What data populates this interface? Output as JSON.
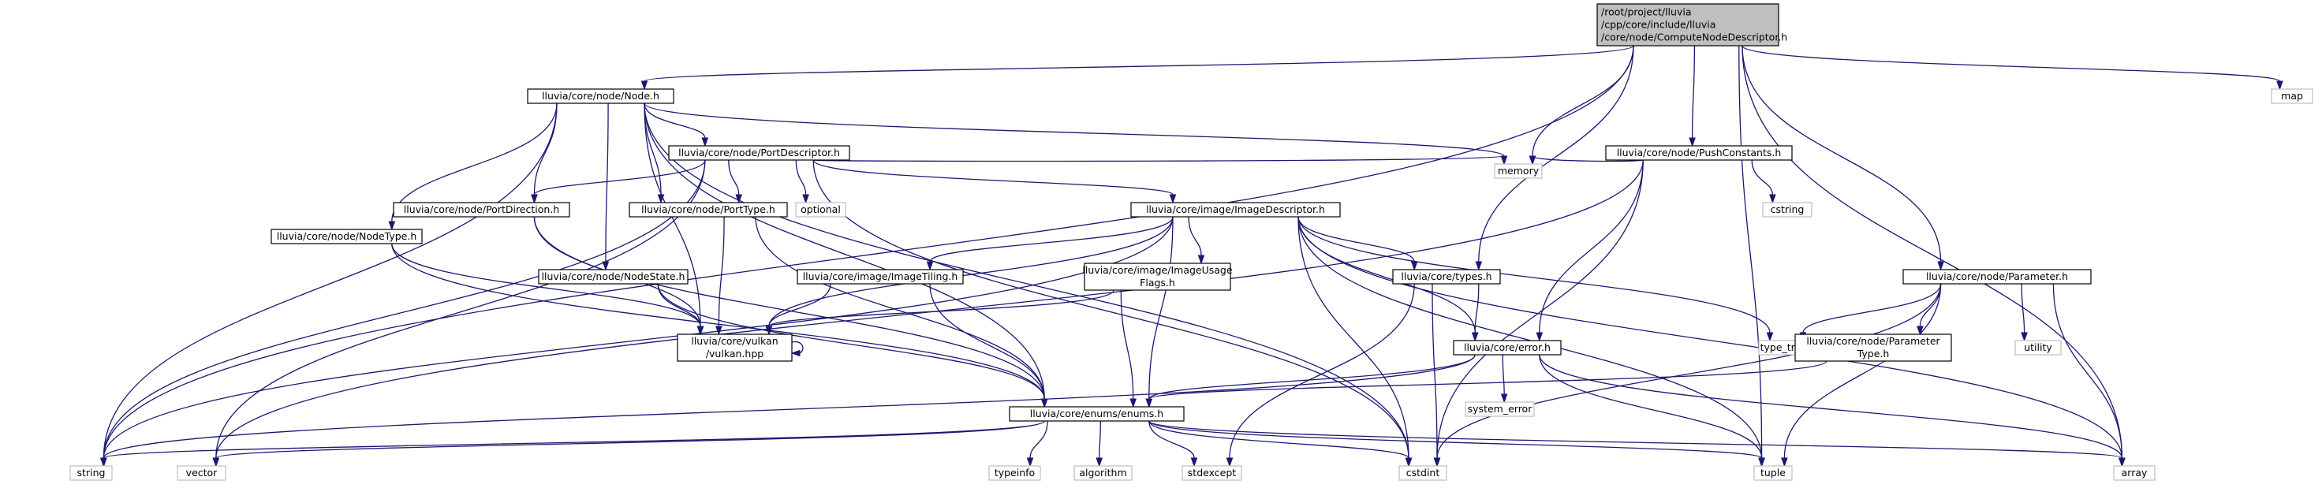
{
  "nodes": [
    {
      "id": "main",
      "kind": "main",
      "lines": [
        "/root/project/lluvia",
        "/cpp/core/include/lluvia",
        "/core/node/ComputeNodeDescriptor.h"
      ]
    },
    {
      "id": "node_h",
      "kind": "internal",
      "lines": [
        "lluvia/core/node/Node.h"
      ]
    },
    {
      "id": "string",
      "kind": "external",
      "lines": [
        "string"
      ]
    },
    {
      "id": "memory",
      "kind": "external",
      "lines": [
        "memory"
      ]
    },
    {
      "id": "pushconstants",
      "kind": "internal",
      "lines": [
        "lluvia/core/node/PushConstants.h"
      ]
    },
    {
      "id": "map",
      "kind": "external",
      "lines": [
        "map"
      ]
    },
    {
      "id": "portdescriptor",
      "kind": "internal",
      "lines": [
        "lluvia/core/node/PortDescriptor.h"
      ]
    },
    {
      "id": "optional",
      "kind": "external",
      "lines": [
        "optional"
      ]
    },
    {
      "id": "cstring",
      "kind": "external",
      "lines": [
        "cstring"
      ]
    },
    {
      "id": "portdirection",
      "kind": "internal",
      "lines": [
        "lluvia/core/node/PortDirection.h"
      ]
    },
    {
      "id": "porttype",
      "kind": "internal",
      "lines": [
        "lluvia/core/node/PortType.h"
      ]
    },
    {
      "id": "imagedescriptor",
      "kind": "internal",
      "lines": [
        "lluvia/core/image/ImageDescriptor.h"
      ]
    },
    {
      "id": "nodetype",
      "kind": "internal",
      "lines": [
        "lluvia/core/node/NodeType.h"
      ]
    },
    {
      "id": "nodestate",
      "kind": "internal",
      "lines": [
        "lluvia/core/node/NodeState.h"
      ]
    },
    {
      "id": "imagetiling",
      "kind": "internal",
      "lines": [
        "lluvia/core/image/ImageTiling.h"
      ]
    },
    {
      "id": "imageusageflags",
      "kind": "internal",
      "lines": [
        "lluvia/core/image/ImageUsage",
        "Flags.h"
      ]
    },
    {
      "id": "types",
      "kind": "internal",
      "lines": [
        "lluvia/core/types.h"
      ]
    },
    {
      "id": "parameter",
      "kind": "internal",
      "lines": [
        "lluvia/core/node/Parameter.h"
      ]
    },
    {
      "id": "vulkan",
      "kind": "internal",
      "lines": [
        "lluvia/core/vulkan",
        "/vulkan.hpp"
      ]
    },
    {
      "id": "error",
      "kind": "internal",
      "lines": [
        "lluvia/core/error.h"
      ]
    },
    {
      "id": "type_traits",
      "kind": "external",
      "lines": [
        "type_traits"
      ]
    },
    {
      "id": "parametertype",
      "kind": "internal",
      "lines": [
        "lluvia/core/node/Parameter",
        "Type.h"
      ]
    },
    {
      "id": "utility",
      "kind": "external",
      "lines": [
        "utility"
      ]
    },
    {
      "id": "system_error",
      "kind": "external",
      "lines": [
        "system_error"
      ]
    },
    {
      "id": "enums",
      "kind": "internal",
      "lines": [
        "lluvia/core/enums/enums.h"
      ]
    },
    {
      "id": "vector",
      "kind": "external",
      "lines": [
        "vector"
      ]
    },
    {
      "id": "typeinfo",
      "kind": "external",
      "lines": [
        "typeinfo"
      ]
    },
    {
      "id": "algorithm",
      "kind": "external",
      "lines": [
        "algorithm"
      ]
    },
    {
      "id": "stdexcept",
      "kind": "external",
      "lines": [
        "stdexcept"
      ]
    },
    {
      "id": "cstdint",
      "kind": "external",
      "lines": [
        "cstdint"
      ]
    },
    {
      "id": "tuple",
      "kind": "external",
      "lines": [
        "tuple"
      ]
    },
    {
      "id": "array",
      "kind": "external",
      "lines": [
        "array"
      ]
    }
  ],
  "edges": [
    [
      "main",
      "node_h"
    ],
    [
      "main",
      "string"
    ],
    [
      "main",
      "memory"
    ],
    [
      "main",
      "pushconstants"
    ],
    [
      "main",
      "map"
    ],
    [
      "main",
      "types"
    ],
    [
      "main",
      "parameter"
    ],
    [
      "main",
      "tuple"
    ],
    [
      "main",
      "array"
    ],
    [
      "node_h",
      "portdescriptor"
    ],
    [
      "node_h",
      "portdirection"
    ],
    [
      "node_h",
      "porttype"
    ],
    [
      "node_h",
      "nodetype"
    ],
    [
      "node_h",
      "nodestate"
    ],
    [
      "node_h",
      "vulkan"
    ],
    [
      "node_h",
      "enums"
    ],
    [
      "node_h",
      "string"
    ],
    [
      "node_h",
      "memory"
    ],
    [
      "node_h",
      "cstdint"
    ],
    [
      "portdescriptor",
      "optional"
    ],
    [
      "portdescriptor",
      "portdirection"
    ],
    [
      "portdescriptor",
      "porttype"
    ],
    [
      "portdescriptor",
      "imagedescriptor"
    ],
    [
      "portdescriptor",
      "string"
    ],
    [
      "portdescriptor",
      "vector"
    ],
    [
      "portdescriptor",
      "memory"
    ],
    [
      "portdescriptor",
      "cstdint"
    ],
    [
      "pushconstants",
      "memory"
    ],
    [
      "pushconstants",
      "cstring"
    ],
    [
      "pushconstants",
      "vector"
    ],
    [
      "pushconstants",
      "error"
    ],
    [
      "pushconstants",
      "cstdint"
    ],
    [
      "portdirection",
      "vulkan"
    ],
    [
      "portdirection",
      "enums"
    ],
    [
      "porttype",
      "vulkan"
    ],
    [
      "porttype",
      "enums"
    ],
    [
      "imagedescriptor",
      "imagetiling"
    ],
    [
      "imagedescriptor",
      "imageusageflags"
    ],
    [
      "imagedescriptor",
      "types"
    ],
    [
      "imagedescriptor",
      "error"
    ],
    [
      "imagedescriptor",
      "vulkan"
    ],
    [
      "imagedescriptor",
      "enums"
    ],
    [
      "imagedescriptor",
      "cstdint"
    ],
    [
      "imagedescriptor",
      "tuple"
    ],
    [
      "imagedescriptor",
      "type_traits"
    ],
    [
      "imagedescriptor",
      "array"
    ],
    [
      "imagedescriptor",
      "string"
    ],
    [
      "nodetype",
      "vulkan"
    ],
    [
      "nodetype",
      "enums"
    ],
    [
      "nodestate",
      "vulkan"
    ],
    [
      "nodestate",
      "enums"
    ],
    [
      "imagetiling",
      "vulkan"
    ],
    [
      "imagetiling",
      "enums"
    ],
    [
      "imageusageflags",
      "vulkan"
    ],
    [
      "imageusageflags",
      "enums"
    ],
    [
      "types",
      "error"
    ],
    [
      "types",
      "cstdint"
    ],
    [
      "types",
      "stdexcept"
    ],
    [
      "parameter",
      "type_traits"
    ],
    [
      "parameter",
      "parametertype"
    ],
    [
      "parameter",
      "utility"
    ],
    [
      "parameter",
      "cstdint"
    ],
    [
      "parameter",
      "tuple"
    ],
    [
      "parameter",
      "array"
    ],
    [
      "parametertype",
      "enums"
    ],
    [
      "vulkan",
      "vulkan"
    ],
    [
      "error",
      "system_error"
    ],
    [
      "error",
      "enums"
    ],
    [
      "error",
      "string"
    ],
    [
      "error",
      "tuple"
    ],
    [
      "error",
      "array"
    ],
    [
      "enums",
      "string"
    ],
    [
      "enums",
      "vector"
    ],
    [
      "enums",
      "typeinfo"
    ],
    [
      "enums",
      "algorithm"
    ],
    [
      "enums",
      "stdexcept"
    ],
    [
      "enums",
      "cstdint"
    ],
    [
      "enums",
      "tuple"
    ],
    [
      "enums",
      "array"
    ]
  ]
}
